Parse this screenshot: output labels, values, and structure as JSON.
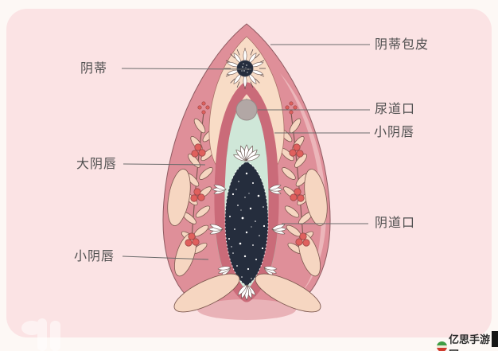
{
  "canvas": {
    "outer_background": "#fdf8f5",
    "card_background": "#fbe3e4"
  },
  "diagram": {
    "subject": "vulva-anatomy-floral-illustration",
    "colors": {
      "teardrop_pink": "#df8f99",
      "teardrop_highlight": "#ecb6ba",
      "inner_band_rose": "#ca6b79",
      "arch_peach": "#f8dcc6",
      "mint_green": "#cfe7d8",
      "opening_navy": "#252d3d",
      "urethra_gray": "#b2a7a5",
      "leaf_peach": "#f6d6c1",
      "berry_red": "#e0605d",
      "outline_brown": "#8e5a60",
      "label_text": "#4f4f4f",
      "label_line": "#6b6b6b"
    },
    "labels": [
      {
        "id": "clitoris",
        "text": "阴蒂",
        "side": "left"
      },
      {
        "id": "labia-majora",
        "text": "大阴唇",
        "side": "left"
      },
      {
        "id": "labia-minora-left",
        "text": "小阴唇",
        "side": "left"
      },
      {
        "id": "clitoral-hood",
        "text": "阴蒂包皮",
        "side": "right"
      },
      {
        "id": "urethral-opening",
        "text": "尿道口",
        "side": "right"
      },
      {
        "id": "labia-minora-right",
        "text": "小阴唇",
        "side": "right"
      },
      {
        "id": "vaginal-opening",
        "text": "阴道口",
        "side": "right"
      }
    ]
  },
  "watermark": {
    "text": "亿思手游网",
    "logo": "striped-circle-logo"
  }
}
